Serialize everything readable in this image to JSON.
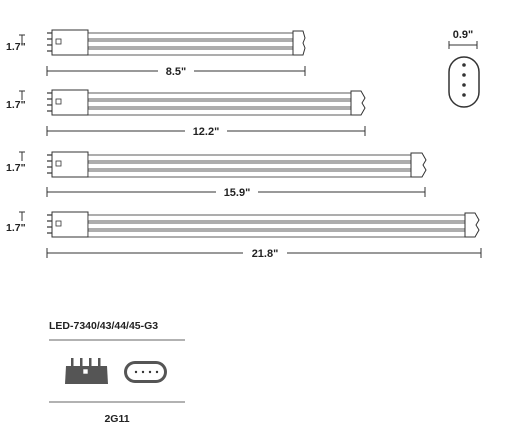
{
  "lamps": [
    {
      "height_label": "1.7\"",
      "length_label": "8.5\"",
      "length_in": 8.5
    },
    {
      "height_label": "1.7\"",
      "length_label": "12.2\"",
      "length_in": 12.2
    },
    {
      "height_label": "1.7\"",
      "length_label": "15.9\"",
      "length_in": 15.9
    },
    {
      "height_label": "1.7\"",
      "length_label": "21.8\"",
      "length_in": 21.8
    }
  ],
  "end_view": {
    "width_label": "0.9\"",
    "width_in": 0.9,
    "pin_count": 4
  },
  "base_info": {
    "model": "LED-7340/43/44/45-G3",
    "base_type": "2G11",
    "pin_count": 4
  },
  "colors": {
    "line": "#333333",
    "fill": "#ffffff",
    "base_fill": "#555555"
  }
}
